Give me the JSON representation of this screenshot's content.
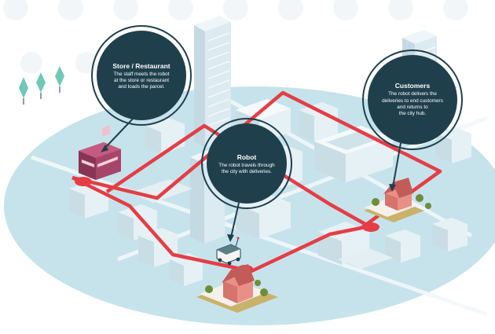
{
  "colors": {
    "route": "#e53d45",
    "bubble": "#1f3f4c",
    "ground": "#c6e3ec",
    "building": "#e6f1f5",
    "building_shade": "#c9dde5",
    "tree": "#6fc9b6",
    "house": "#e88f86",
    "house_roof": "#c35c58",
    "lawn": "#c9b26a"
  },
  "callouts": {
    "store": {
      "title": "Store / Restaurant",
      "desc_lines": [
        "The staff meets the robot",
        "at the store or restaurant",
        "and loads the parcel."
      ]
    },
    "robot": {
      "title": "Robot",
      "desc_lines": [
        "The robot travels through",
        "the city with deliveries."
      ]
    },
    "customers": {
      "title": "Customers",
      "desc_lines": [
        "The robot delivers the",
        "deliveries to end customers",
        "and returns to",
        "the city hub."
      ]
    }
  }
}
